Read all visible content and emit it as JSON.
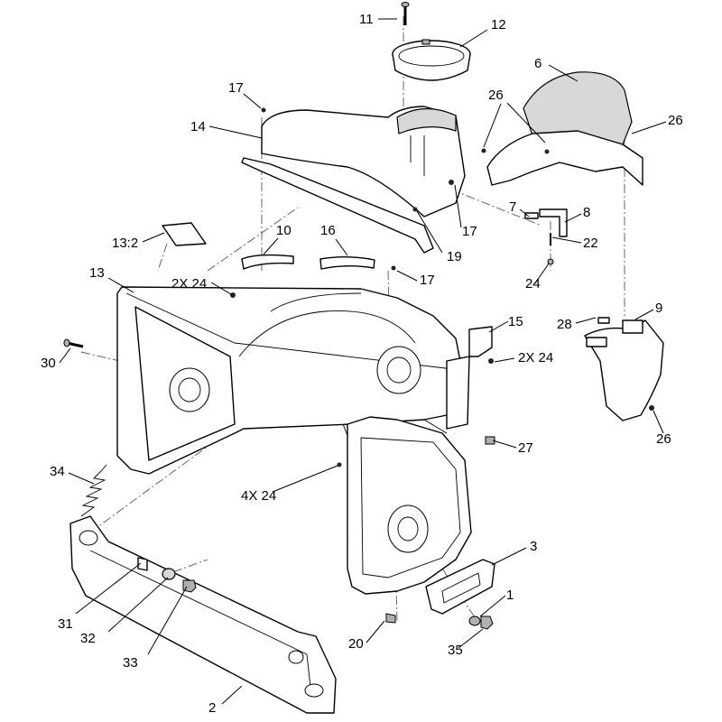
{
  "callouts": [
    {
      "id": "c11",
      "text": "11"
    },
    {
      "id": "c12",
      "text": "12"
    },
    {
      "id": "c6",
      "text": "6"
    },
    {
      "id": "c17a",
      "text": "17"
    },
    {
      "id": "c26a",
      "text": "26"
    },
    {
      "id": "c26b",
      "text": "26"
    },
    {
      "id": "c14",
      "text": "14"
    },
    {
      "id": "c7",
      "text": "7"
    },
    {
      "id": "c8",
      "text": "8"
    },
    {
      "id": "c22",
      "text": "22"
    },
    {
      "id": "c17b",
      "text": "17"
    },
    {
      "id": "c10",
      "text": "10"
    },
    {
      "id": "c16",
      "text": "16"
    },
    {
      "id": "c13_2",
      "text": "13:2"
    },
    {
      "id": "c19",
      "text": "19"
    },
    {
      "id": "c13",
      "text": "13"
    },
    {
      "id": "c2x24a",
      "text": "2X 24"
    },
    {
      "id": "c17c",
      "text": "17"
    },
    {
      "id": "c24",
      "text": "24"
    },
    {
      "id": "c9",
      "text": "9"
    },
    {
      "id": "c28",
      "text": "28"
    },
    {
      "id": "c15",
      "text": "15"
    },
    {
      "id": "c30",
      "text": "30"
    },
    {
      "id": "c2x24b",
      "text": "2X 24"
    },
    {
      "id": "c26c",
      "text": "26"
    },
    {
      "id": "c27",
      "text": "27"
    },
    {
      "id": "c34",
      "text": "34"
    },
    {
      "id": "c4x24",
      "text": "4X 24"
    },
    {
      "id": "c3",
      "text": "3"
    },
    {
      "id": "c1",
      "text": "1"
    },
    {
      "id": "c31",
      "text": "31"
    },
    {
      "id": "c32",
      "text": "32"
    },
    {
      "id": "c33",
      "text": "33"
    },
    {
      "id": "c20",
      "text": "20"
    },
    {
      "id": "c35",
      "text": "35"
    },
    {
      "id": "c2",
      "text": "2"
    }
  ]
}
